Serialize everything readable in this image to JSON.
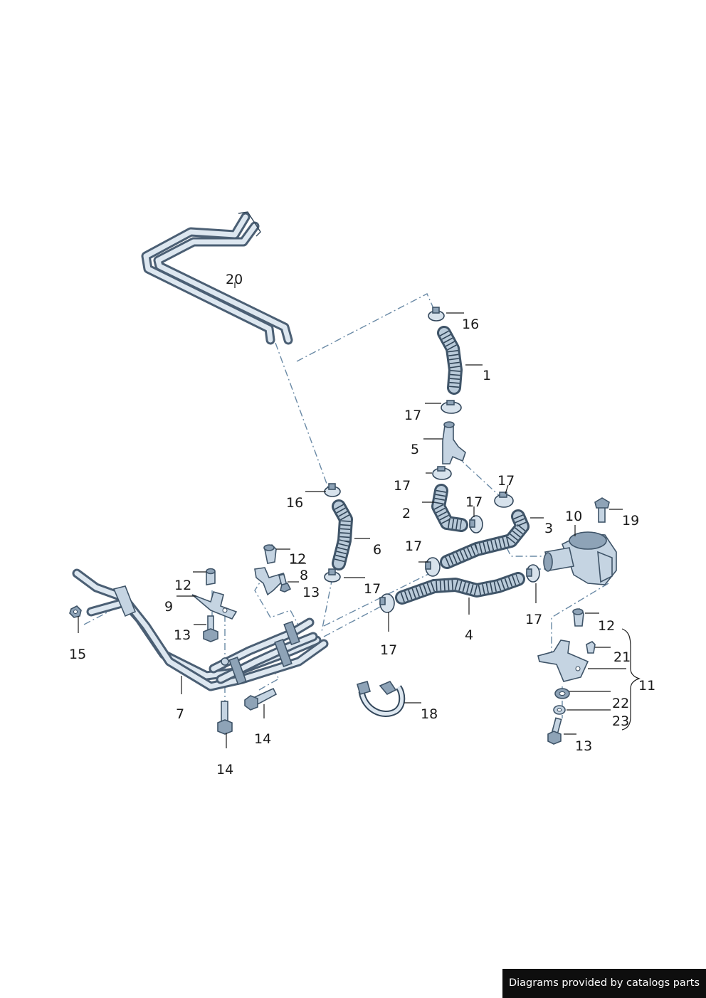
{
  "callouts": [
    {
      "id": "c1",
      "label": "1"
    },
    {
      "id": "c2",
      "label": "2"
    },
    {
      "id": "c3",
      "label": "3"
    },
    {
      "id": "c4",
      "label": "4"
    },
    {
      "id": "c5",
      "label": "5"
    },
    {
      "id": "c6",
      "label": "6"
    },
    {
      "id": "c7",
      "label": "7"
    },
    {
      "id": "c8",
      "label": "8"
    },
    {
      "id": "c9",
      "label": "9"
    },
    {
      "id": "c10",
      "label": "10"
    },
    {
      "id": "c11",
      "label": "11"
    },
    {
      "id": "c12a",
      "label": "12"
    },
    {
      "id": "c12b",
      "label": "12"
    },
    {
      "id": "c12c",
      "label": "12"
    },
    {
      "id": "c13a",
      "label": "13"
    },
    {
      "id": "c13b",
      "label": "13"
    },
    {
      "id": "c13c",
      "label": "13"
    },
    {
      "id": "c14a",
      "label": "14"
    },
    {
      "id": "c14b",
      "label": "14"
    },
    {
      "id": "c15",
      "label": "15"
    },
    {
      "id": "c16a",
      "label": "16"
    },
    {
      "id": "c16b",
      "label": "16"
    },
    {
      "id": "c17a",
      "label": "17"
    },
    {
      "id": "c17b",
      "label": "17"
    },
    {
      "id": "c17c",
      "label": "17"
    },
    {
      "id": "c17d",
      "label": "17"
    },
    {
      "id": "c17e",
      "label": "17"
    },
    {
      "id": "c17f",
      "label": "17"
    },
    {
      "id": "c17g",
      "label": "17"
    },
    {
      "id": "c17h",
      "label": "17"
    },
    {
      "id": "c18",
      "label": "18"
    },
    {
      "id": "c19",
      "label": "19"
    },
    {
      "id": "c20",
      "label": "20"
    },
    {
      "id": "c21",
      "label": "21"
    },
    {
      "id": "c22",
      "label": "22"
    },
    {
      "id": "c23",
      "label": "23"
    }
  ],
  "watermark": "Diagrams provided by catalogs parts"
}
